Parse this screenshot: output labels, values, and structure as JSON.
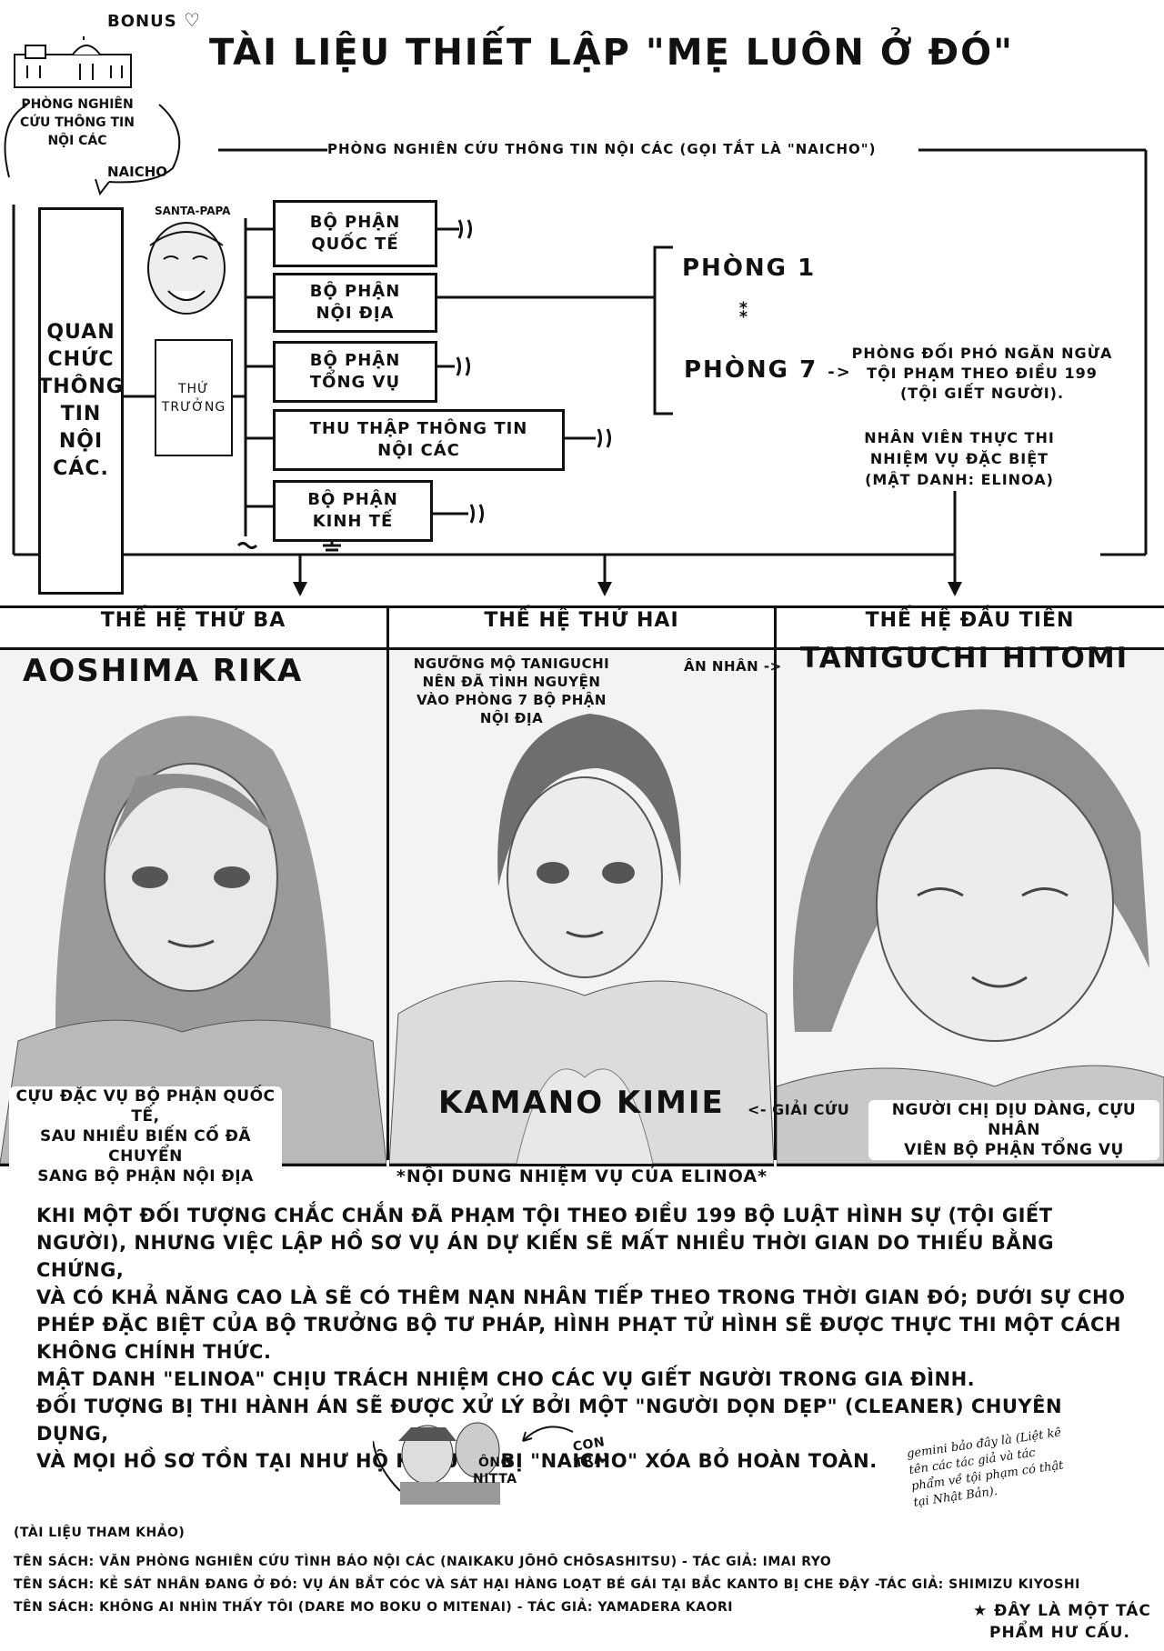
{
  "bonus_label": "BONUS",
  "title": "TÀI LIỆU THIẾT LẬP \"MẸ LUÔN Ở ĐÓ\"",
  "building_caption": [
    "PHÒNG NGHIÊN",
    "CỨU THÔNG TIN",
    "NỘI CÁC"
  ],
  "naicho_bubble": "NAICHO",
  "top_line_label": "PHÒNG NGHIÊN CỨU THÔNG TIN NỘI CÁC (GỌI TẮT LÀ \"NAICHO\")",
  "org": {
    "official": [
      "QUAN",
      "CHỨC",
      "THÔNG",
      "TIN",
      "NỘI",
      "CÁC."
    ],
    "vice_minister": [
      "THỨ",
      "TRƯỞNG"
    ],
    "santa_papa": "SANTA-PAPA",
    "departments": [
      {
        "label": "BỘ PHẬN QUỐC TẾ"
      },
      {
        "label": "BỘ PHẬN NỘI ĐỊA"
      },
      {
        "label": "BỘ PHẬN TỔNG VỤ"
      },
      {
        "label": "THU THẬP THÔNG TIN NỘI CÁC"
      },
      {
        "label": "BỘ PHẬN KINH TẾ"
      }
    ],
    "room1": "PHÒNG 1",
    "room7": "PHÒNG 7",
    "room7_desc": [
      "PHÒNG ĐỐI PHÓ NGĂN NGỪA",
      "TỘI PHẠM THEO ĐIỀU 199",
      "(TỘI GIẾT NGƯỜI)."
    ],
    "agent_desc": [
      "NHÂN VIÊN THỰC THI",
      "NHIỆM VỤ ĐẶC BIỆT",
      "(MẬT DANH: ELINOA)"
    ]
  },
  "generations": [
    {
      "heading": "THẾ HỆ THỨ BA",
      "name": "AOSHIMA RIKA",
      "caption": [
        "CỰU ĐẶC VỤ BỘ PHẬN QUỐC TẾ,",
        "SAU NHIỀU BIẾN CỐ ĐÃ CHUYỂN",
        "SANG BỘ PHẬN NỘI ĐỊA"
      ]
    },
    {
      "heading": "THẾ HỆ THỨ HAI",
      "name": "KAMANO KIMIE",
      "caption": [
        "NGƯỠNG MỘ TANIGUCHI",
        "NÊN ĐÃ TÌNH NGUYỆN",
        "VÀO PHÒNG 7 BỘ PHẬN",
        "NỘI ĐỊA"
      ],
      "benefactor": "ÂN NHÂN ->",
      "rescue": "<- GIẢI CỨU"
    },
    {
      "heading": "THẾ HỆ ĐẦU TIÊN",
      "name": "TANIGUCHI HITOMI",
      "caption": [
        "NGƯỜI CHỊ DỊU DÀNG, CỰU NHÂN",
        "VIÊN BỘ PHẬN TỔNG VỤ"
      ]
    }
  ],
  "mission_heading": "*NỘI DUNG NHIỆM VỤ CỦA ELINOA*",
  "mission_lines": [
    "KHI MỘT ĐỐI TƯỢNG CHẮC CHẮN ĐÃ PHẠM TỘI THEO ĐIỀU 199 BỘ LUẬT HÌNH SỰ (TỘI GIẾT",
    "NGƯỜI), NHƯNG VIỆC LẬP HỒ SƠ VỤ ÁN DỰ KIẾN SẼ MẤT NHIỀU THỜI GIAN DO THIẾU BẰNG CHỨNG,",
    "VÀ CÓ KHẢ NĂNG CAO LÀ SẼ CÓ THÊM NẠN NHÂN TIẾP THEO TRONG THỜI GIAN ĐÓ; DƯỚI SỰ CHO",
    "PHÉP ĐẶC BIỆT CỦA BỘ TRƯỞNG BỘ TƯ PHÁP, HÌNH PHẠT TỬ HÌNH SẼ ĐƯỢC THỰC THI MỘT CÁCH",
    "KHÔNG CHÍNH THỨC.",
    "MẬT DANH \"ELINOA\" CHỊU TRÁCH NHIỆM CHO CÁC VỤ GIẾT NGƯỜI TRONG GIA ĐÌNH.",
    "ĐỐI TƯỢNG BỊ THI HÀNH ÁN SẼ ĐƯỢC XỬ LÝ BỞI MỘT \"NGƯỜI DỌN DẸP\" (CLEANER) CHUYÊN DỤNG,",
    "VÀ MỌI HỒ SƠ TỒN TẠI NHƯ HỘ KHẨU SẼ BỊ \"NAICHO\" XÓA BỎ HOÀN TOÀN."
  ],
  "cameo": {
    "mr_nitta": [
      "ÔNG",
      "NITTA"
    ],
    "son": [
      "CON",
      "TRAI"
    ]
  },
  "translator_note": [
    "gemini bảo đây là (Liệt kê",
    "tên các tác giả và tác",
    "phẩm về tội phạm có thật",
    "tại Nhật Bản)."
  ],
  "references_heading": "(TÀI LIỆU THAM KHẢO)",
  "references": [
    "TÊN SÁCH: VĂN PHÒNG NGHIÊN CỨU TÌNH BÁO NỘI CÁC (NAIKAKU JŌHŌ CHŌSASHITSU) - TÁC GIẢ: IMAI RYO",
    "TÊN SÁCH: KẺ SÁT NHÂN ĐANG Ở ĐÓ: VỤ ÁN BẮT CÓC VÀ SÁT HẠI HÀNG LOẠT BÉ GÁI TẠI BẮC KANTO BỊ CHE ĐẬY -TÁC GIẢ: SHIMIZU KIYOSHI",
    "TÊN SÁCH: KHÔNG AI NHÌN THẤY TÔI (DARE MO BOKU O MITENAI) - TÁC GIẢ: YAMADERA KAORI"
  ],
  "fiction_note": [
    "★ ĐÂY LÀ MỘT TÁC",
    "PHẨM HƯ CẤU."
  ]
}
